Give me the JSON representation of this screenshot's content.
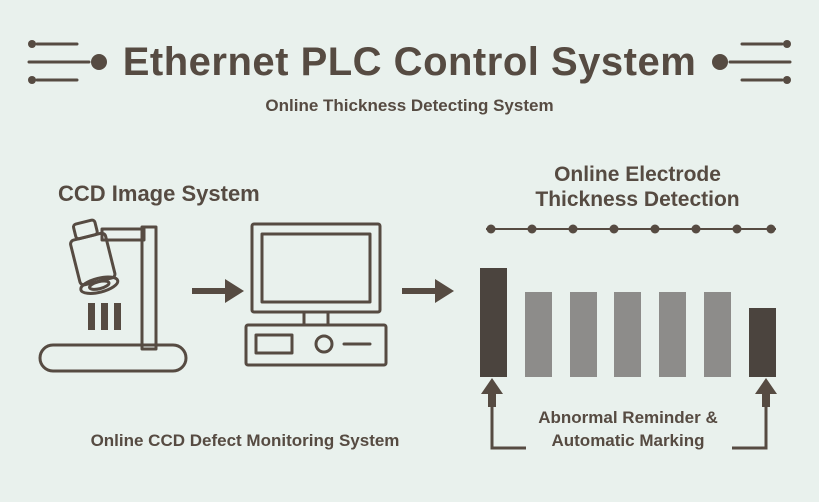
{
  "colors": {
    "background": "#e9f1ed",
    "ink": "#564b42",
    "bar_gray": "#8d8c8a",
    "bar_dark": "#4b443e"
  },
  "header": {
    "title": "Ethernet PLC Control System",
    "subtitle": "Online Thickness Detecting System"
  },
  "ccd": {
    "heading": "CCD Image System",
    "caption": "Online CCD Defect Monitoring System"
  },
  "detection": {
    "heading_line1": "Online Electrode",
    "heading_line2": "Thickness Detection"
  },
  "annotation": {
    "line1": "Abnormal Reminder &",
    "line2": "Automatic Marking"
  },
  "icons": {
    "flow_arrows": "right-arrow",
    "abnormal_arrows": "up-arrow"
  },
  "chart_data": {
    "type": "bar",
    "title": "Online Electrode Thickness Detection",
    "values": [
      109,
      85,
      85,
      85,
      85,
      85,
      69
    ],
    "bar_styles": [
      "dark",
      "gray",
      "gray",
      "gray",
      "gray",
      "gray",
      "dark"
    ],
    "abnormal_bar_indices": [
      0,
      6
    ],
    "xlabel": "",
    "ylabel": "",
    "grid": false,
    "legend": false
  }
}
